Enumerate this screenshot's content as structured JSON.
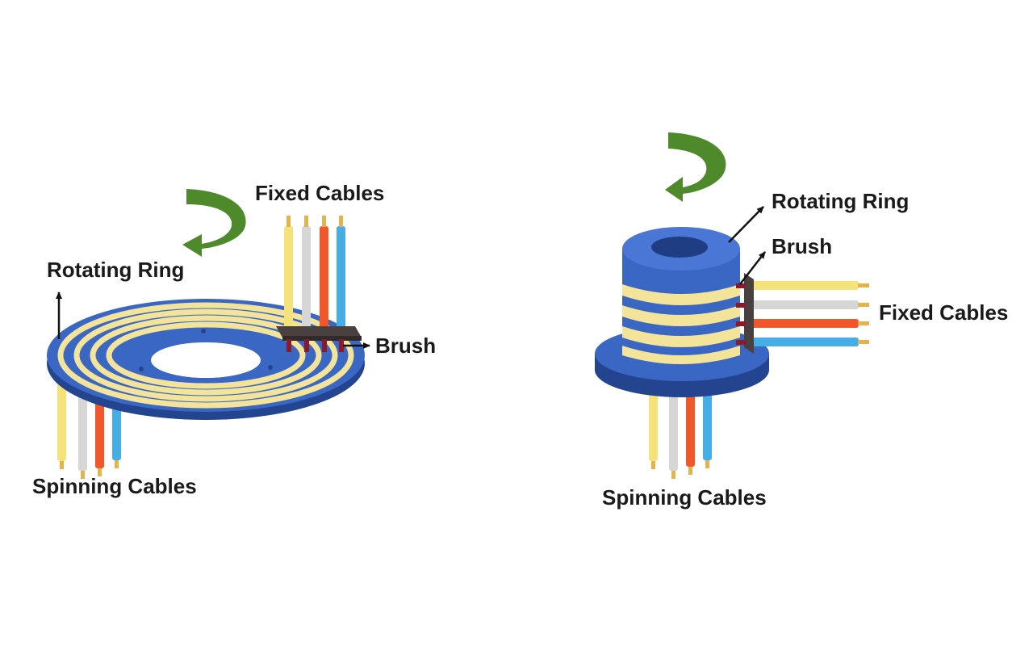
{
  "colors": {
    "ring_blue": "#3a66c4",
    "ring_blue_dark": "#23448f",
    "track_yellow": "#f4e49a",
    "arrow_green": "#4e8a2b",
    "cable_yellow": "#f6e27a",
    "cable_gray": "#d6d6d6",
    "cable_orange": "#f0582b",
    "cable_blue": "#45aee6",
    "brush_block": "#4a4040",
    "brush_pin": "#8a1a2a",
    "cable_tip": "#e4b34a"
  },
  "flat_slip_ring": {
    "label_fixed_cables": "Fixed Cables",
    "label_rotating_ring": "Rotating Ring",
    "label_brush": "Brush",
    "label_spinning_cables": "Spinning Cables"
  },
  "cylindrical_slip_ring": {
    "label_rotating_ring": "Rotating Ring",
    "label_brush": "Brush",
    "label_fixed_cables": "Fixed Cables",
    "label_spinning_cables": "Spinning Cables"
  }
}
